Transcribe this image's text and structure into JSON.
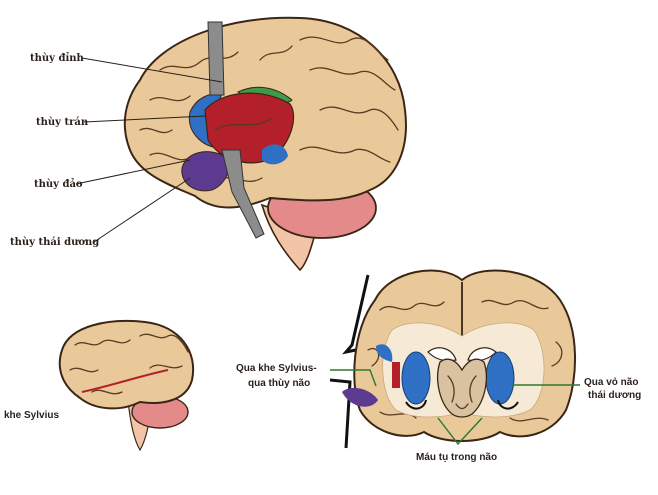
{
  "labels": {
    "parietal": "thùy đỉnh",
    "frontal": "thùy trán",
    "insula": "thùy đảo",
    "temporal": "thùy thái dương",
    "sylvian_fissure": "khe Sylvius",
    "via_sylvian_1": "Qua khe Sylvius-",
    "via_sylvian_2": "qua thùy não",
    "via_cortex_1": "Qua vỏ não",
    "via_cortex_2": "thái dương",
    "hematoma": "Máu tụ trong não"
  },
  "caption": "",
  "colors": {
    "brain": "#e9c99a",
    "brain_outline": "#3b2616",
    "frontal_red": "#b3202a",
    "parietal_green": "#3f9a4a",
    "blue_lobe": "#2f6fc4",
    "insula_purple": "#5b3a8f",
    "cerebellum_pink": "#e48a8a",
    "probe_gray": "#8c8c8c",
    "label_green": "#2a7a2a"
  }
}
